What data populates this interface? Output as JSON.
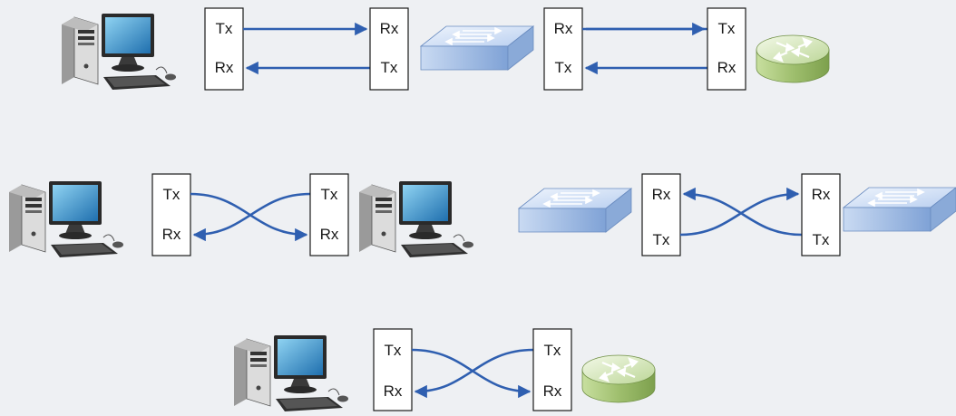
{
  "labels": {
    "tx": "Tx",
    "rx": "Rx"
  },
  "colors": {
    "background": "#eef0f3",
    "link": "#2f5fb0",
    "switch_top": "#dbe7f7",
    "switch_side": "#9ab7df",
    "router_top": "#dfeec6",
    "router_side": "#a9c77c"
  },
  "icons": [
    "computer-icon",
    "switch-icon",
    "router-icon"
  ],
  "rows": [
    {
      "name": "computer-to-switch-to-router",
      "cable": "straight-through"
    },
    {
      "name": "computer-to-computer-and-switch-to-switch",
      "cable": "crossover"
    },
    {
      "name": "computer-to-router",
      "cable": "crossover"
    }
  ]
}
